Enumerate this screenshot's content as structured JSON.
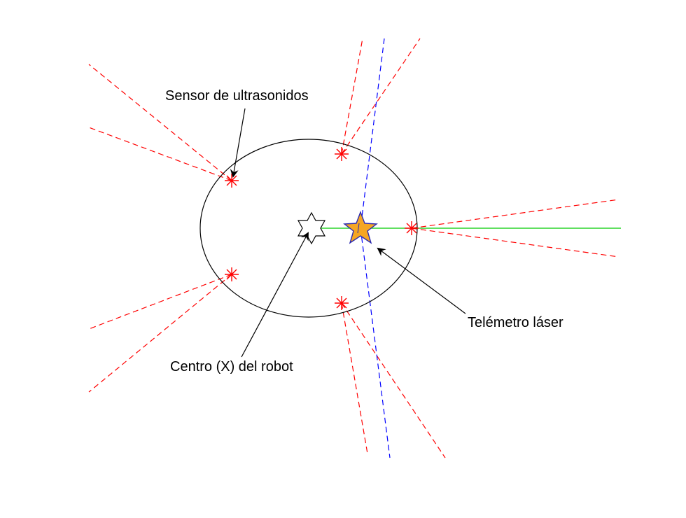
{
  "labels": {
    "sensor": "Sensor de ultrasonidos",
    "laser": "Telémetro láser",
    "center": "Centro (X) del robot"
  },
  "colors": {
    "robot_body": "#000000",
    "ultrasonic_beam": "#ff0000",
    "ultrasonic_sensor": "#ff0000",
    "laser_line": "#0000ff",
    "heading_line": "#00cc00",
    "laser_marker_fill": "#f5a623",
    "laser_marker_stroke": "#2b2bb0",
    "center_marker_fill": "#ffffff",
    "arrow": "#000000"
  },
  "icons": {
    "sensor": "asterisk-marker",
    "laser": "pentagram-marker",
    "center": "hexagram-marker"
  }
}
